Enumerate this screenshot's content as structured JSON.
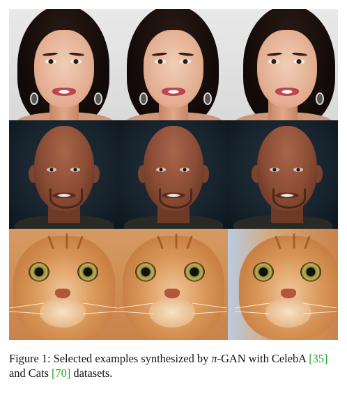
{
  "figure": {
    "rows": [
      {
        "subject": "woman",
        "columns": 3
      },
      {
        "subject": "man",
        "columns": 3
      },
      {
        "subject": "cat",
        "columns": 3
      }
    ]
  },
  "caption": {
    "prefix": "Figure 1:  Selected examples synthesized by ",
    "pi": "π",
    "gan": "-GAN with CelebA ",
    "ref1": "[35]",
    "mid": " and Cats ",
    "ref2": "[70]",
    "suffix": " datasets."
  },
  "colors": {
    "reference_link": "#1ea51e",
    "text": "#111111"
  }
}
